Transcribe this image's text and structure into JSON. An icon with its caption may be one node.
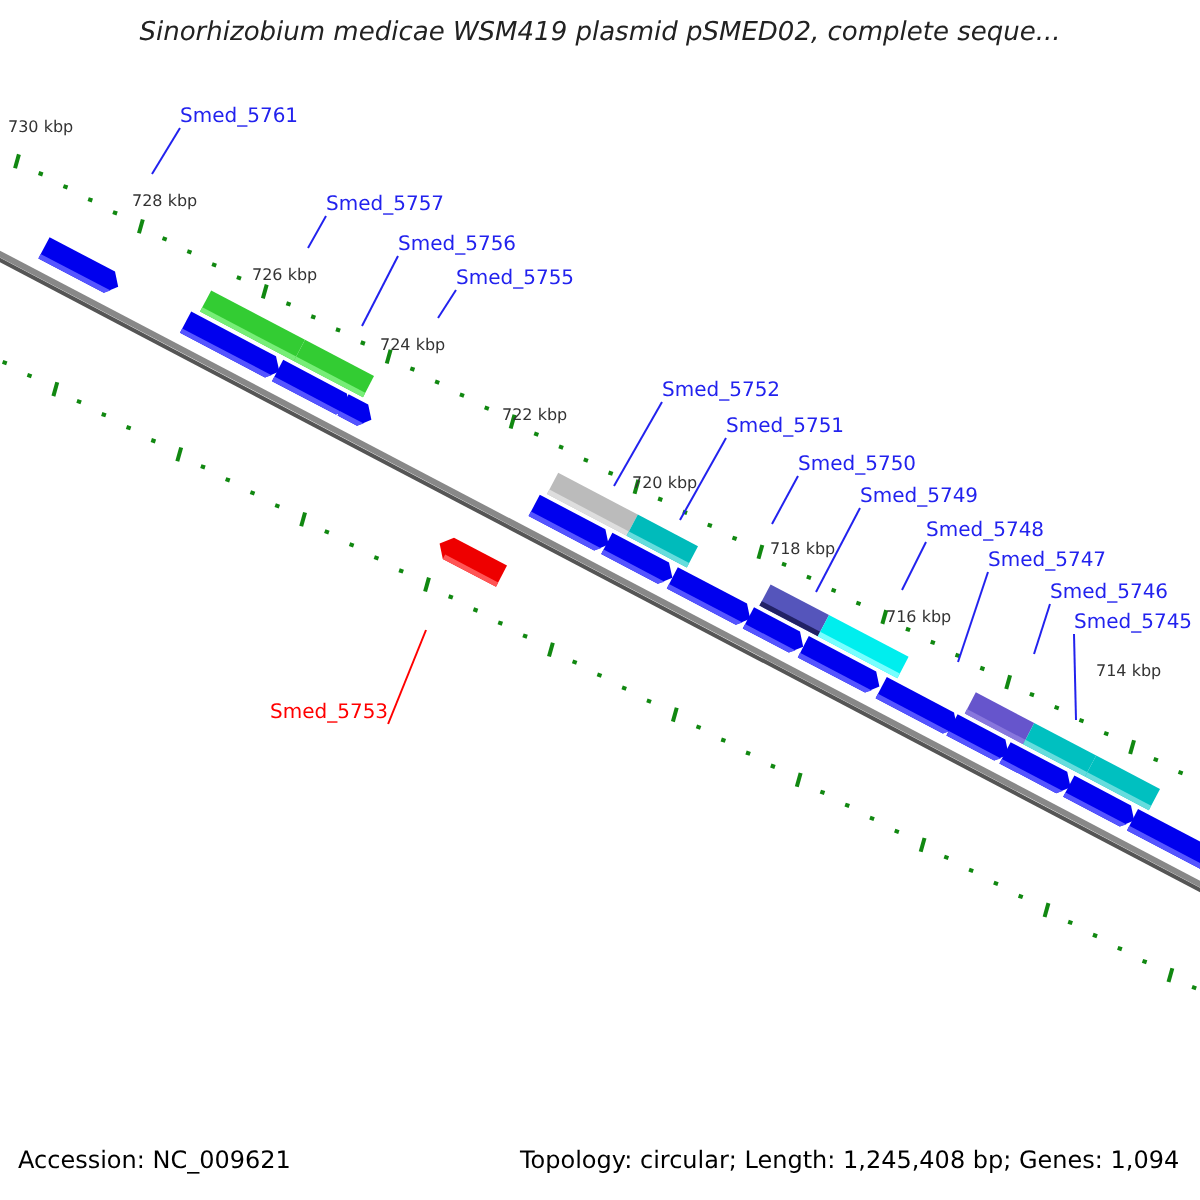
{
  "diagram": {
    "title": "Sinorhizobium medicae WSM419 plasmid pSMED02, complete seque...",
    "nodes": [
      {
        "text": [
          "Smed_5761"
        ]
      },
      {
        "text": [
          "Smed_5757"
        ]
      },
      {
        "text": [
          "Smed_5756"
        ]
      },
      {
        "text": [
          "Smed_5755"
        ]
      },
      {
        "text": [
          "Smed_5752"
        ]
      },
      {
        "text": [
          "Smed_5751"
        ]
      },
      {
        "text": [
          "Smed_5750"
        ]
      },
      {
        "text": [
          "Smed_5749"
        ]
      },
      {
        "text": [
          "Smed_5748"
        ]
      },
      {
        "text": [
          "Smed_5747"
        ]
      },
      {
        "text": [
          "Smed_5746"
        ]
      },
      {
        "text": [
          "Smed_5745"
        ]
      },
      {
        "text": [
          "Smed_5753"
        ]
      }
    ],
    "edges": [
      {
        "from": 0,
        "to": null,
        "arrow": "none"
      },
      {
        "from": 1,
        "to": null,
        "arrow": "none"
      },
      {
        "from": 2,
        "to": null,
        "arrow": "none"
      },
      {
        "from": 3,
        "to": null,
        "arrow": "none"
      },
      {
        "from": 4,
        "to": null,
        "arrow": "none"
      },
      {
        "from": 5,
        "to": null,
        "arrow": "none"
      },
      {
        "from": 6,
        "to": null,
        "arrow": "none"
      },
      {
        "from": 7,
        "to": null,
        "arrow": "none"
      },
      {
        "from": 8,
        "to": null,
        "arrow": "none"
      },
      {
        "from": 9,
        "to": null,
        "arrow": "none"
      },
      {
        "from": 10,
        "to": null,
        "arrow": "none"
      },
      {
        "from": 11,
        "to": null,
        "arrow": "none"
      },
      {
        "from": 12,
        "to": null,
        "arrow": "none",
        "color": "#ff0000"
      }
    ],
    "labels": [
      "730 kbp",
      "728 kbp",
      "726 kbp",
      "724 kbp",
      "722 kbp",
      "720 kbp",
      "718 kbp",
      "716 kbp",
      "714 kbp",
      "Accession: NC_009621",
      "Topology: circular; Length: 1,245,408 bp; Genes: 1,094"
    ]
  }
}
